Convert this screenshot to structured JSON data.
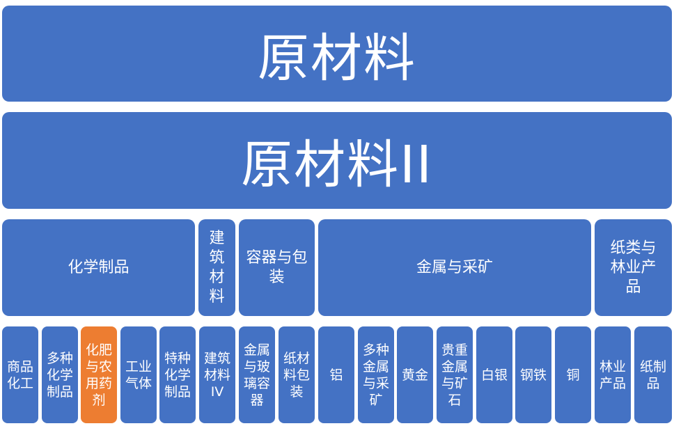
{
  "level1": {
    "label": "原材料"
  },
  "level2": {
    "label": "原材料II"
  },
  "sectors": [
    {
      "label": "化学制品"
    },
    {
      "label": "建筑材料"
    },
    {
      "label": "容器与包装"
    },
    {
      "label": "金属与采矿"
    },
    {
      "label": "纸类与林业产品"
    }
  ],
  "industries": [
    {
      "label": "商品化工"
    },
    {
      "label": "多种化学制品"
    },
    {
      "label": "化肥与农用药剂"
    },
    {
      "label": "工业气体"
    },
    {
      "label": "特种化学制品"
    },
    {
      "label": "建筑材料IV"
    },
    {
      "label": "金属与玻璃容器"
    },
    {
      "label": "纸材料包装"
    },
    {
      "label": "铝"
    },
    {
      "label": "多种金属与采矿"
    },
    {
      "label": "黄金"
    },
    {
      "label": "贵重金属与矿石"
    },
    {
      "label": "白银"
    },
    {
      "label": "钢铁"
    },
    {
      "label": "铜"
    },
    {
      "label": "林业产品"
    },
    {
      "label": "纸制品"
    }
  ],
  "highlight_color": "#ED7D31",
  "box_color": "#4472C4"
}
